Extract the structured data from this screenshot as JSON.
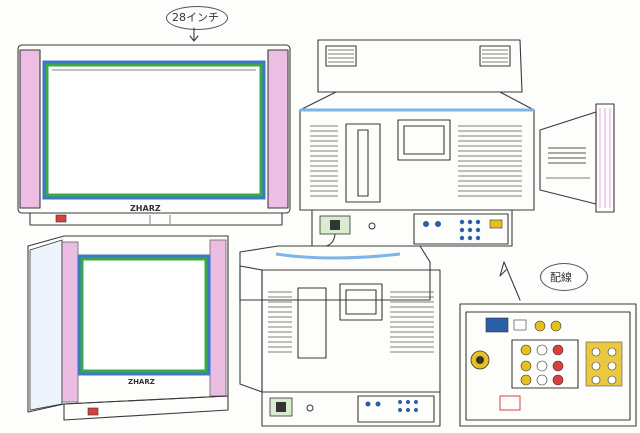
{
  "annotations": {
    "size_note": "28インチ",
    "wiring_note": "配線"
  },
  "brand": {
    "front_large": "ZHARZ",
    "front_small": "ZHARZ"
  },
  "colors": {
    "screen_bezel_green": "#3aa844",
    "screen_frame_blue": "#3b78c8",
    "side_panel_pink": "#e6a8dc",
    "wiring_panel_pink": "#f3cfe0",
    "connector_red": "#d84040",
    "connector_yellow": "#e6c020",
    "outline": "#3a3a3a"
  }
}
